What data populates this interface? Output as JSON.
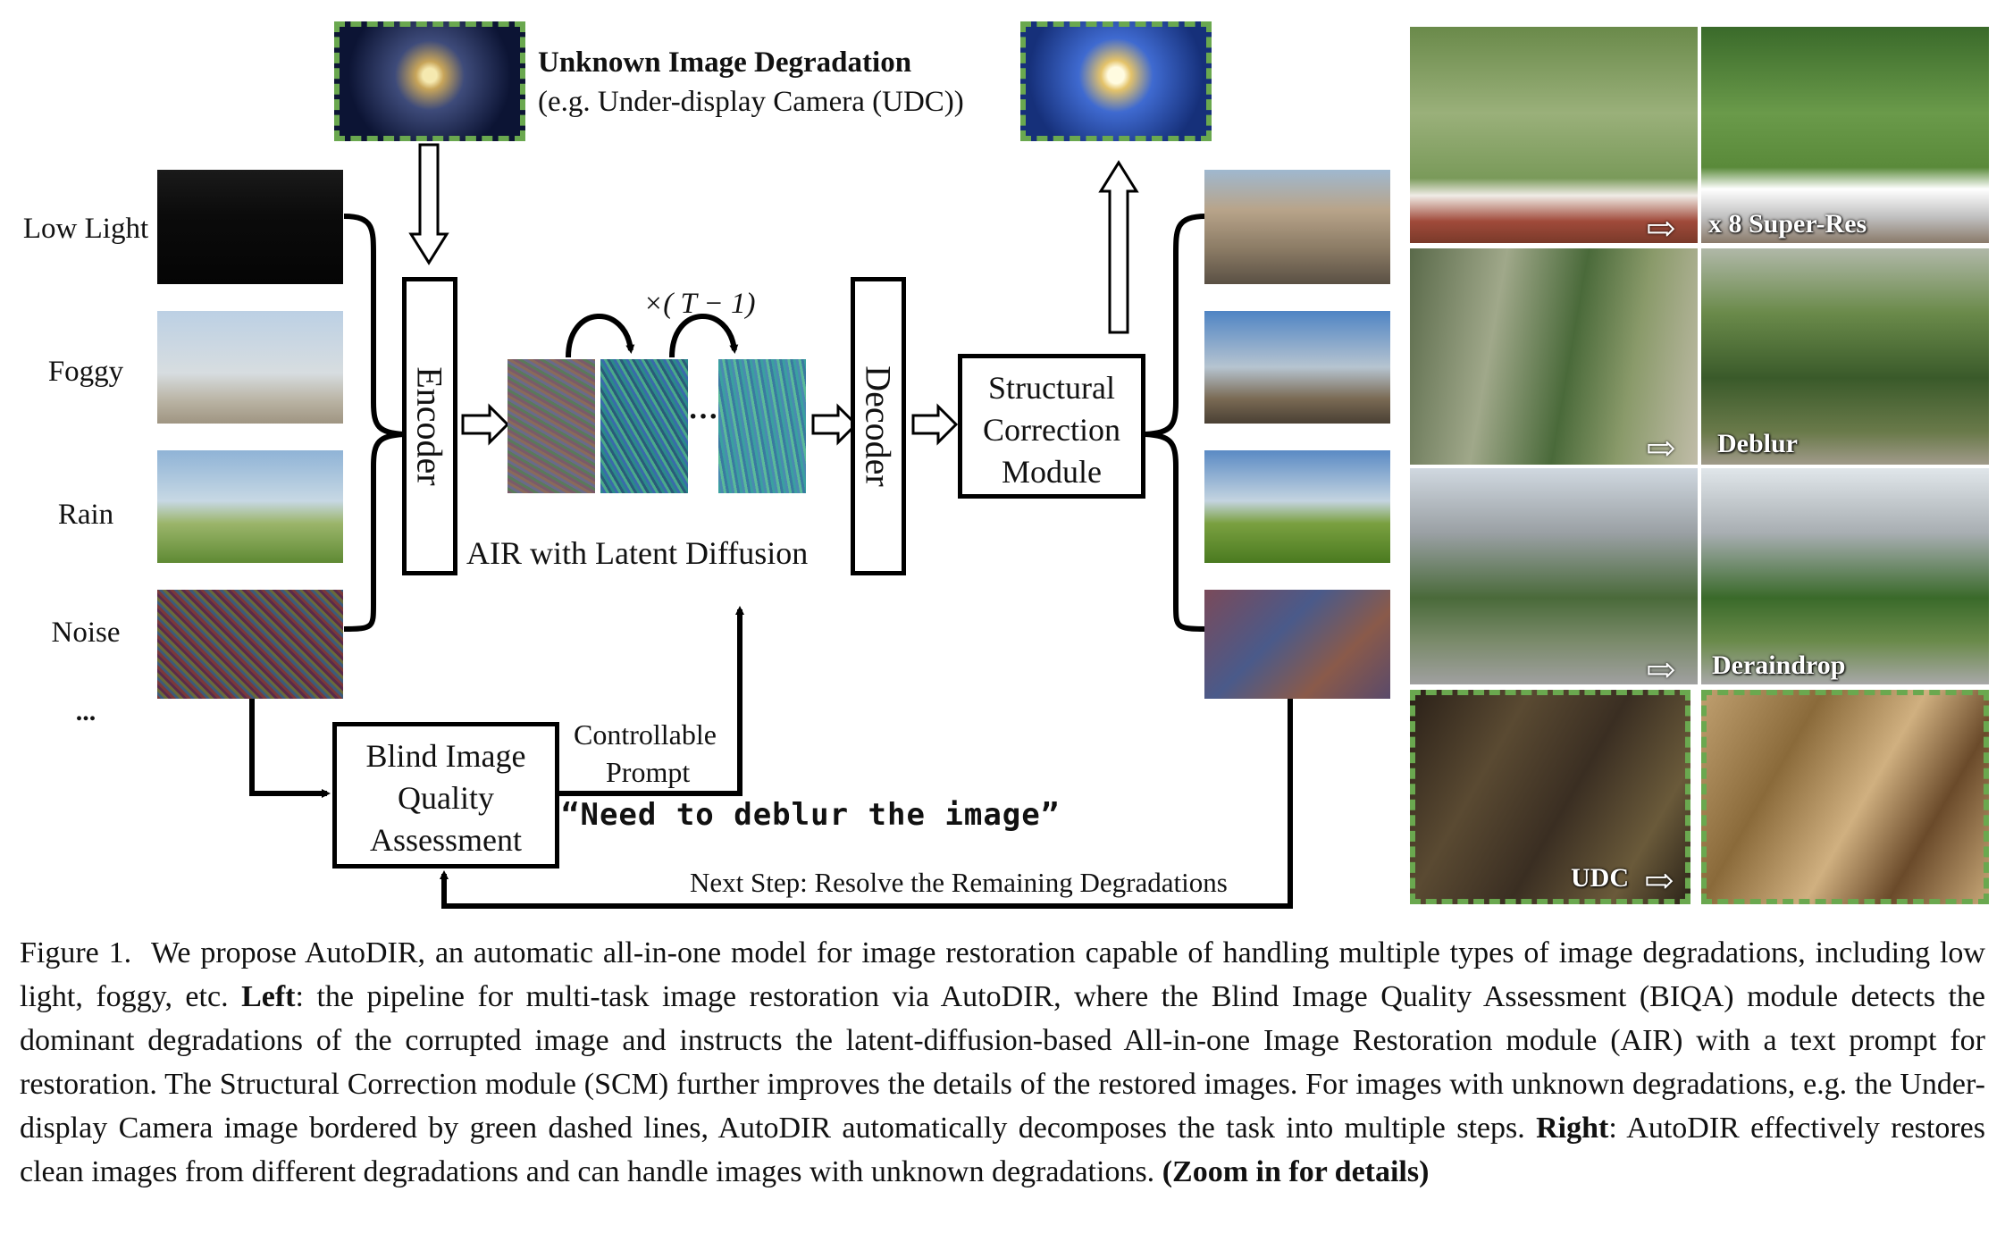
{
  "figure": {
    "unknown": {
      "title": "Unknown Image Degradation",
      "subtitle": "(e.g. Under-display Camera (UDC))"
    },
    "degradations": [
      "Low Light",
      "Foggy",
      "Rain",
      "Noise",
      "..."
    ],
    "encoder_label": "Encoder",
    "decoder_label": "Decoder",
    "iterations_label": "×( T − 1)",
    "ellipsis": "···",
    "air_label": "AIR with Latent Diffusion",
    "scm_label": [
      "Structural",
      "Correction",
      "Module"
    ],
    "biqa_label": [
      "Blind Image",
      "Quality",
      "Assessment"
    ],
    "prompt_label": [
      "Controllable",
      "Prompt"
    ],
    "prompt_text": "“Need to deblur the image”",
    "next_step": "Next Step: Resolve the Remaining Degradations",
    "right_panels": [
      "x 8 Super-Res",
      "Deblur",
      "Deraindrop",
      "UDC"
    ],
    "colors": {
      "dash_green": "#6aa84f",
      "box_border": "#000000"
    }
  },
  "caption": {
    "fig_label": "Figure 1.",
    "text1": "We propose AutoDIR, an automatic all-in-one model for image restoration capable of handling multiple types of image degradations, including low light, foggy, etc.",
    "left_label": "Left",
    "text2": ": the pipeline for multi-task image restoration via AutoDIR, where the Blind Image Quality Assessment (BIQA) module detects the dominant degradations of the corrupted image and instructs the latent-diffusion-based All-in-one Image Restoration module (AIR) with a text prompt for restoration. The Structural Correction module (SCM) further improves the details of the restored images. For images with unknown degradations, e.g. the Under-display Camera image bordered by green dashed lines, AutoDIR automatically decomposes the task into multiple steps.",
    "right_label": "Right",
    "text3": ": AutoDIR effectively restores clean images from different degradations and can handle images with unknown degradations.",
    "zoom": "(Zoom in for details)"
  }
}
